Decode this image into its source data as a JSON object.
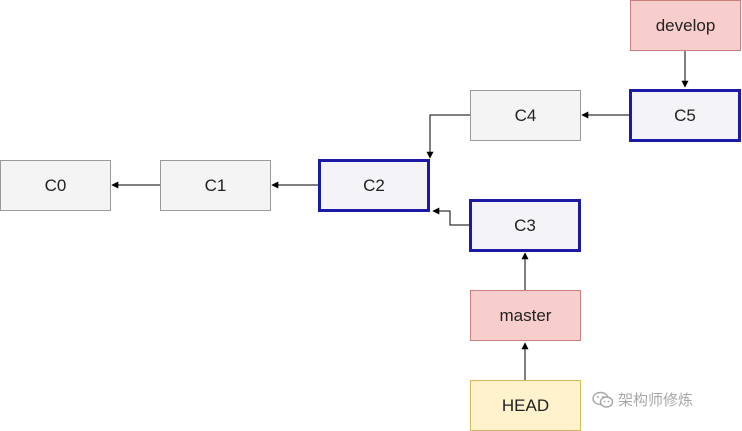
{
  "diagram": {
    "commits": [
      {
        "id": "c0",
        "label": "C0"
      },
      {
        "id": "c1",
        "label": "C1"
      },
      {
        "id": "c2",
        "label": "C2"
      },
      {
        "id": "c3",
        "label": "C3"
      },
      {
        "id": "c4",
        "label": "C4"
      },
      {
        "id": "c5",
        "label": "C5"
      }
    ],
    "branches": {
      "develop": "develop",
      "master": "master"
    },
    "head": "HEAD",
    "edges": [
      {
        "from": "c1",
        "to": "c0"
      },
      {
        "from": "c2",
        "to": "c1"
      },
      {
        "from": "c4",
        "to": "c2"
      },
      {
        "from": "c3",
        "to": "c2"
      },
      {
        "from": "c5",
        "to": "c4"
      },
      {
        "from": "develop",
        "to": "c5"
      },
      {
        "from": "master",
        "to": "c3"
      },
      {
        "from": "head",
        "to": "master"
      }
    ]
  },
  "colors": {
    "commit_fill": "#f4f4f4",
    "commit_border": "#9a9a9a",
    "highlight_border": "#1a1aa6",
    "branch_fill": "#f8cecc",
    "head_fill": "#fff2cc"
  },
  "watermark": {
    "text": "架构师修炼",
    "icon": "wechat-icon"
  }
}
